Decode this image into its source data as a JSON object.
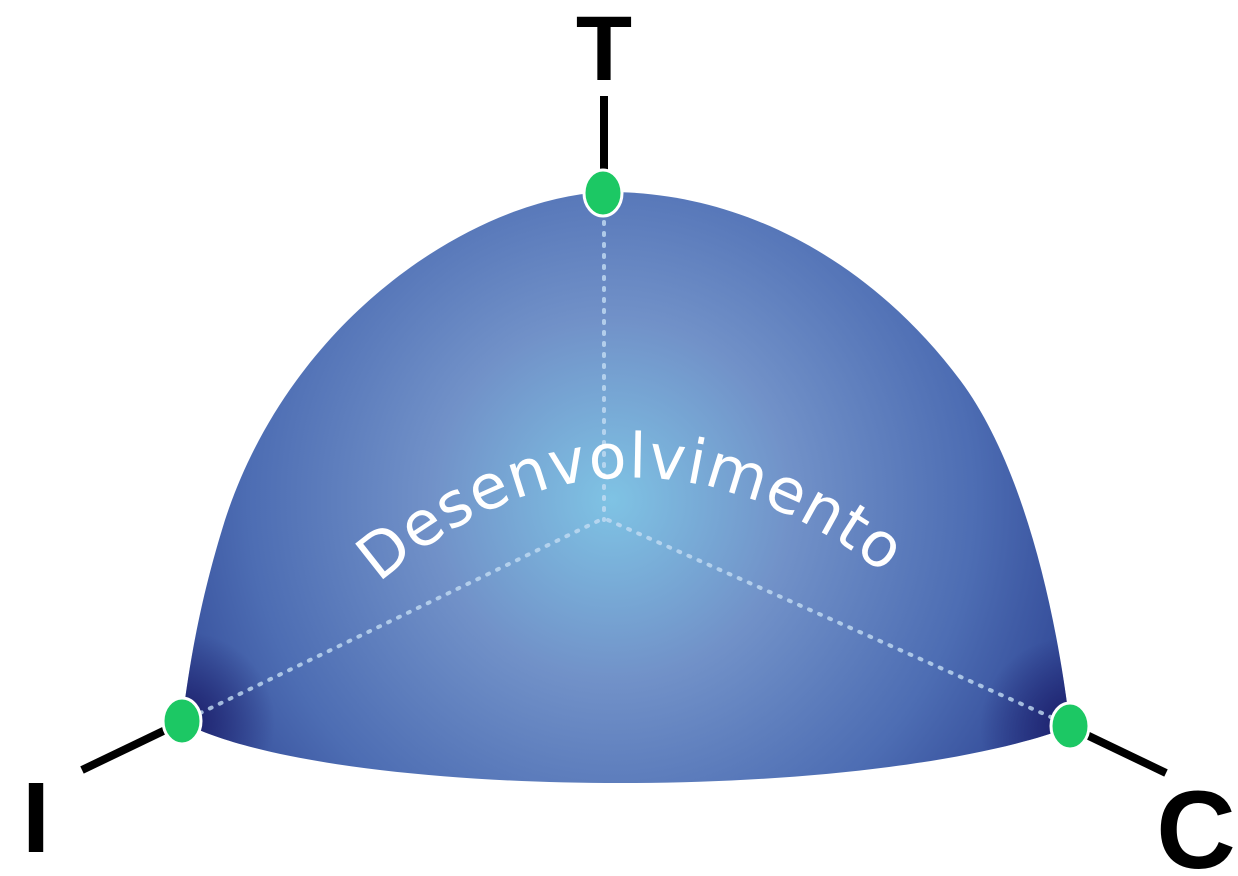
{
  "diagram": {
    "center_text": "Desenvolvimento",
    "vertices": {
      "top": {
        "label": "T"
      },
      "left": {
        "label": "I"
      },
      "right": {
        "label": "C"
      }
    },
    "colors": {
      "surface_center": "#7fbde0",
      "surface_mid": "#5b86c2",
      "surface_edge": "#2f4a98",
      "surface_dark": "#1c1f6b",
      "node": "#1cc864",
      "node_stroke": "#ffffff",
      "axis": "#000000",
      "dotted_lines": "#b9d4f0",
      "text": "#ffffff"
    }
  }
}
